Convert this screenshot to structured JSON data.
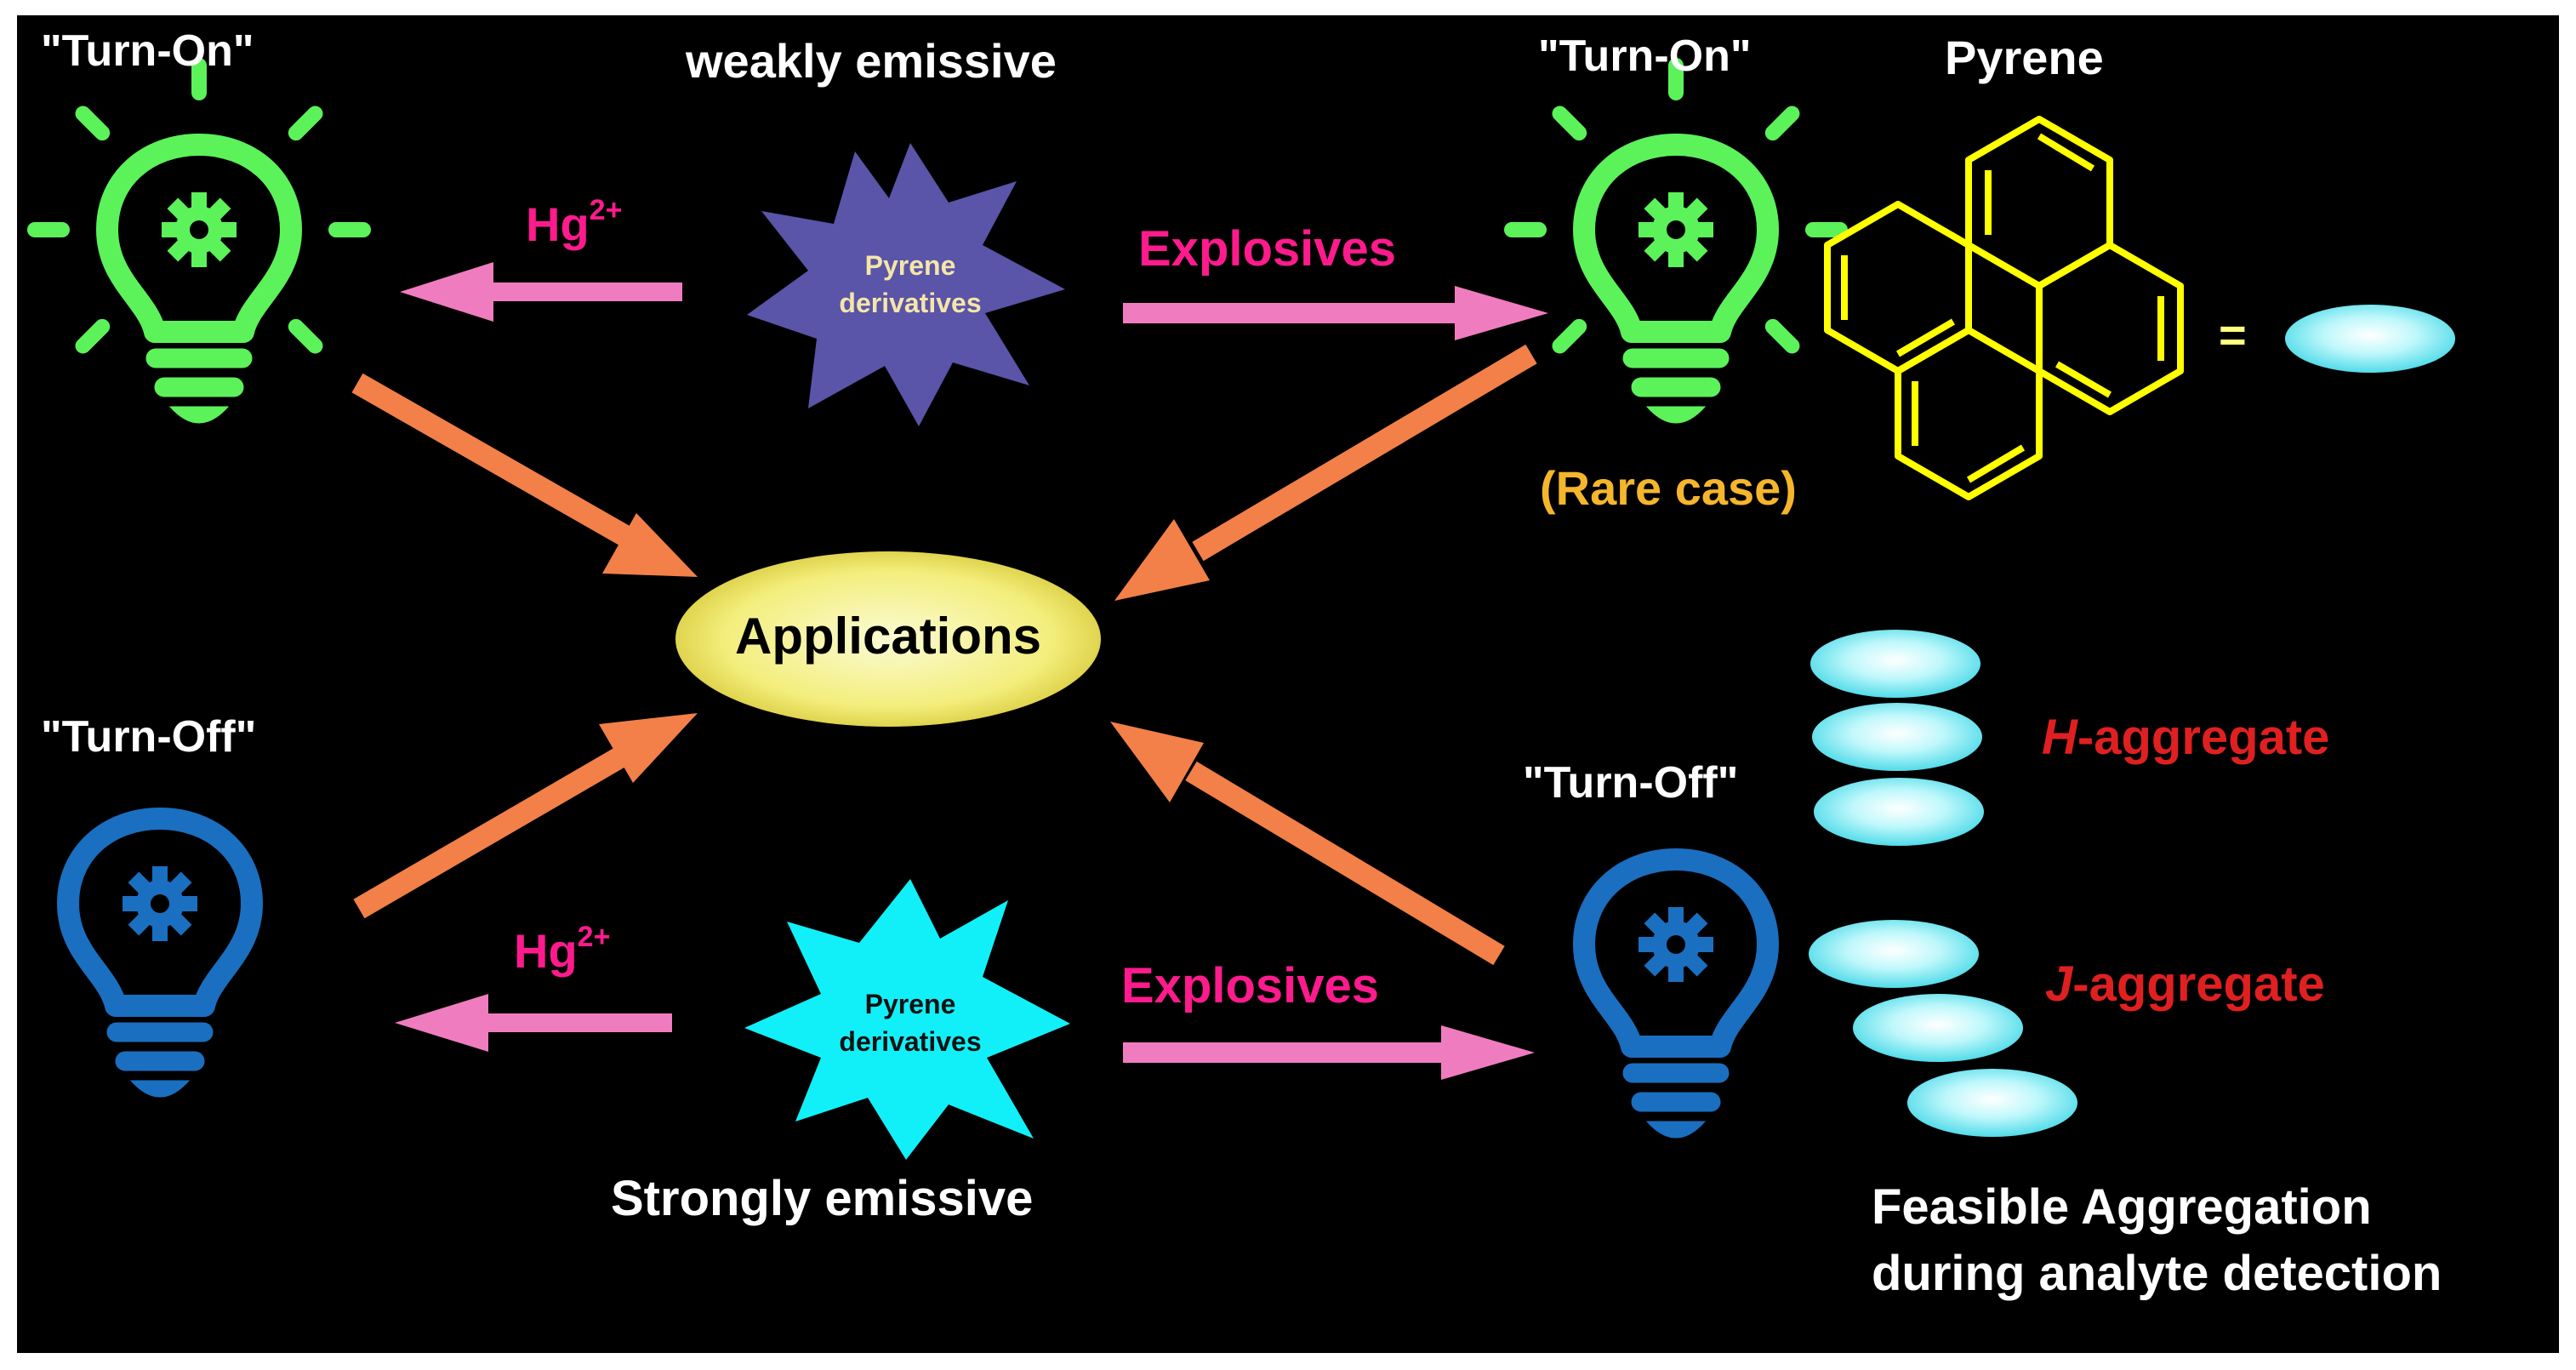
{
  "labels": {
    "turn_on_left": "\"Turn-On\"",
    "turn_on_right": "\"Turn-On\"",
    "turn_off_left": "\"Turn-Off\"",
    "turn_off_right": "\"Turn-Off\"",
    "weakly_emissive": "weakly emissive",
    "strongly_emissive": "Strongly emissive",
    "pyrene_title": "Pyrene",
    "equals": "=",
    "rare_case": "(Rare case)",
    "applications": "Applications",
    "hg_base": "Hg",
    "hg_sup": "2+",
    "explosives": "Explosives",
    "pyrene_derivatives_line1": "Pyrene",
    "pyrene_derivatives_line2": "derivatives",
    "h_italic": "H",
    "j_italic": "J",
    "aggregate_suffix": "-aggregate",
    "feasible_line1": "Feasible Aggregation",
    "feasible_line2": "during analyte detection"
  },
  "colors": {
    "background": "#000000",
    "turn_on_bulb": "#5cf25a",
    "turn_off_bulb": "#1a6fc0",
    "hg_label": "#ff1b8d",
    "explosives_label": "#ff1b8d",
    "pink_arrow": "#f07cc0",
    "orange_arrow": "#f28048",
    "weak_star": "#5a55a8",
    "strong_star": "#11f0f8",
    "pyrene_structure": "#ffff00",
    "rare_case": "#f5b62c",
    "applications_fill": "#f4f08a",
    "aggregate_label": "#e02020",
    "pyrene_ellipse": "#7ef0f8"
  },
  "icons": [
    "lightbulb-gear-icon",
    "arrow-icon",
    "starburst-icon",
    "pyrene-structure-icon",
    "ellipse-icon"
  ]
}
